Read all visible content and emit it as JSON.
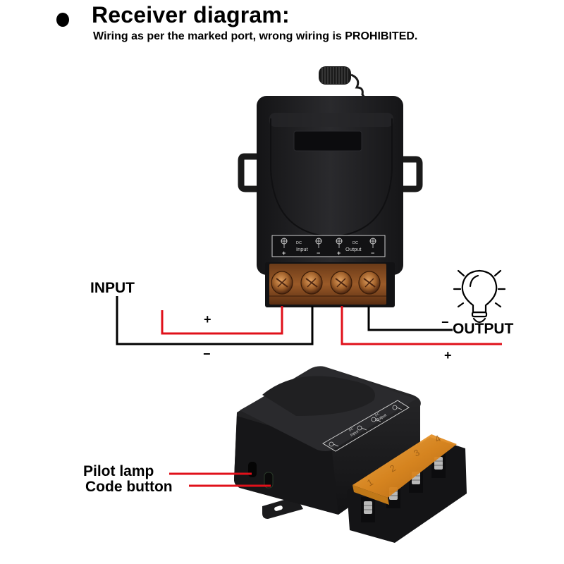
{
  "header": {
    "title": "Receiver diagram:",
    "subtitle": "Wiring as per the marked port, wrong wiring is PROHIBITED."
  },
  "wiring": {
    "input_label": "INPUT",
    "output_label": "OUTPUT",
    "input_plus": "+",
    "input_minus": "−",
    "output_plus": "+",
    "output_minus": "−",
    "colors": {
      "positive": "#e0101a",
      "negative": "#000000"
    }
  },
  "device_top": {
    "panel": {
      "terminals": [
        {
          "sign": "+"
        },
        {
          "sign": "−"
        },
        {
          "sign": "+"
        },
        {
          "sign": "−"
        }
      ],
      "input_dc": "DC",
      "input_text": "Input",
      "output_dc": "DC",
      "output_text": "Output"
    },
    "colors": {
      "body": "#1c1c1e",
      "terminal_cover": "#8a4a1c"
    }
  },
  "device_bottom": {
    "pilot_lamp_label": "Pilot lamp",
    "code_button_label": "Code button",
    "terminal_numbers": [
      "1",
      "2",
      "3",
      "4"
    ],
    "panel": {
      "input_dc": "DC",
      "input_text": "Input",
      "output_dc": "DC",
      "output_text": "Output"
    },
    "colors": {
      "body": "#1e1e20",
      "cover": "#e89a2a"
    }
  },
  "icons": {
    "bulb": "light-bulb-icon",
    "bullet": "bullet-icon"
  }
}
